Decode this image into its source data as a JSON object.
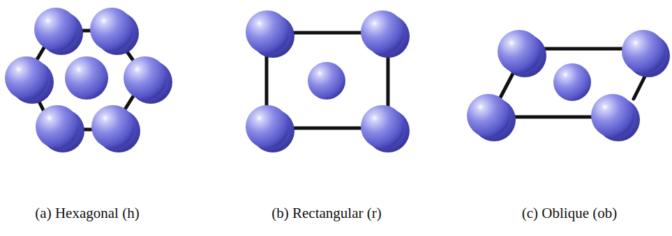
{
  "diagram": {
    "labels": [
      "(a) Hexagonal (h)",
      "(b) Rectangular (r)",
      "(c) Oblique (ob)"
    ]
  }
}
